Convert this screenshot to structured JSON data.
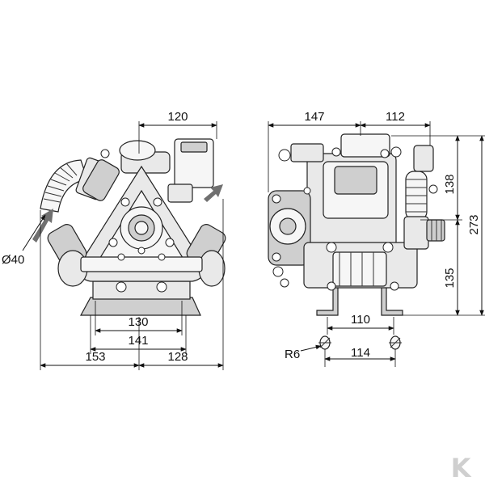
{
  "front_view": {
    "dims": {
      "top_width": "120",
      "inlet_diameter": "Ø40",
      "base_inner": "130",
      "base_outer": "141",
      "left_half": "153",
      "right_half": "128"
    }
  },
  "side_view": {
    "dims": {
      "top_left": "147",
      "top_right": "112",
      "height_upper": "138",
      "height_total": "273",
      "height_lower": "135",
      "mount_spacing_a": "110",
      "mount_spacing_b": "114",
      "hole_radius": "R6"
    }
  },
  "logo": {
    "mark": "K",
    "color": "#cfcfcf"
  }
}
